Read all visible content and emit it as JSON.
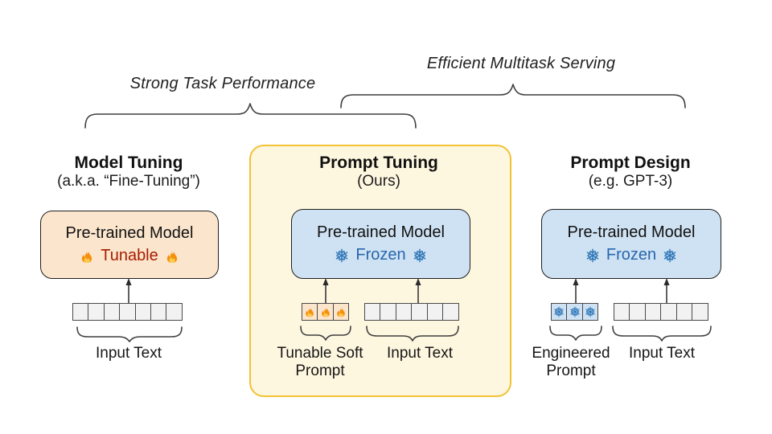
{
  "annotations": {
    "strong_task": "Strong Task Performance",
    "efficient_serving": "Efficient Multitask Serving"
  },
  "columns": [
    {
      "title": "Model Tuning",
      "subtitle": "(a.k.a. “Fine-Tuning”)",
      "box": {
        "line1": "Pre-trained Model",
        "state": "Tunable",
        "state_icon": "fire-icon"
      },
      "token_groups": [
        {
          "label": "Input Text",
          "token_count": 7,
          "token_icon": "none"
        }
      ]
    },
    {
      "title": "Prompt Tuning",
      "subtitle": "(Ours)",
      "highlighted": true,
      "box": {
        "line1": "Pre-trained Model",
        "state": "Frozen",
        "state_icon": "snowflake-icon"
      },
      "token_groups": [
        {
          "label": "Tunable Soft Prompt",
          "token_count": 3,
          "token_icon": "fire-icon"
        },
        {
          "label": "Input Text",
          "token_count": 6,
          "token_icon": "none"
        }
      ]
    },
    {
      "title": "Prompt Design",
      "subtitle": "(e.g. GPT-3)",
      "box": {
        "line1": "Pre-trained Model",
        "state": "Frozen",
        "state_icon": "snowflake-icon"
      },
      "token_groups": [
        {
          "label": "Engineered Prompt",
          "token_count": 3,
          "token_icon": "snowflake-icon"
        },
        {
          "label": "Input Text",
          "token_count": 6,
          "token_icon": "none"
        }
      ]
    }
  ],
  "colors": {
    "panel_fill": "#FEF7E0",
    "panel_border": "#F1C232",
    "tunable_box_fill": "#FBE5CD",
    "frozen_box_fill": "#CFE2F3",
    "token_fill": "#F2F2F2",
    "tunable_text": "#A61C00",
    "frozen_text": "#2767AE",
    "flame_orange": "#F4900C",
    "flame_yellow": "#FFCC4D",
    "snowflake_blue": "#2E75B6"
  }
}
